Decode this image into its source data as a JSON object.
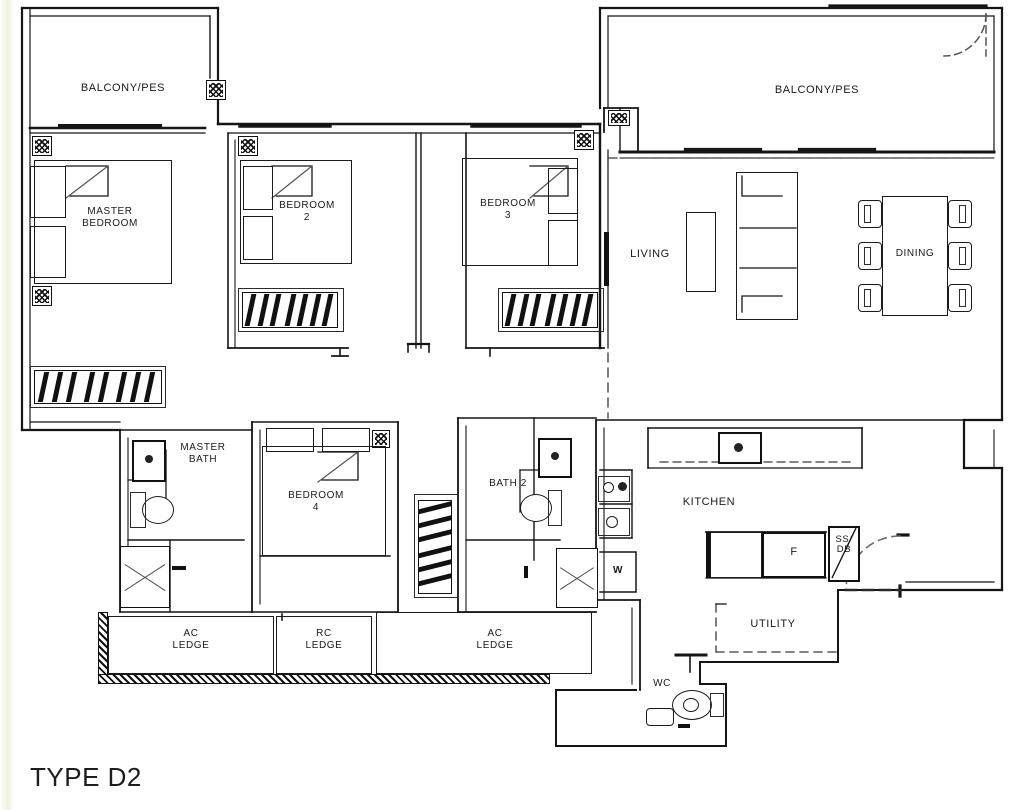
{
  "document": {
    "title": "TYPE D2",
    "kind": "residential-floor-plan",
    "units": "apartment unit layout"
  },
  "rooms": [
    {
      "id": "balcony_left",
      "label": "BALCONY/PES"
    },
    {
      "id": "balcony_right",
      "label": "BALCONY/PES"
    },
    {
      "id": "master_bedroom",
      "label": "MASTER\nBEDROOM"
    },
    {
      "id": "bedroom_2",
      "label": "BEDROOM\n2"
    },
    {
      "id": "bedroom_3",
      "label": "BEDROOM\n3"
    },
    {
      "id": "bedroom_4",
      "label": "BEDROOM\n4"
    },
    {
      "id": "living",
      "label": "LIVING"
    },
    {
      "id": "dining",
      "label": "DINING"
    },
    {
      "id": "kitchen",
      "label": "KITCHEN"
    },
    {
      "id": "utility",
      "label": "UTILITY"
    },
    {
      "id": "master_bath",
      "label": "MASTER\nBATH"
    },
    {
      "id": "bath_2",
      "label": "BATH  2"
    },
    {
      "id": "wc",
      "label": "WC"
    }
  ],
  "ledges": [
    {
      "id": "ac_ledge_left",
      "label": "AC\nLEDGE"
    },
    {
      "id": "rc_ledge",
      "label": "RC\nLEDGE"
    },
    {
      "id": "ac_ledge_right",
      "label": "AC\nLEDGE"
    }
  ],
  "appliances": [
    {
      "id": "fridge",
      "label": "F",
      "name": "refrigerator"
    },
    {
      "id": "washer",
      "label": "W",
      "name": "washing-machine"
    },
    {
      "id": "ssdb",
      "label": "SS/\nDB",
      "name": "service-switch-distribution-board"
    }
  ],
  "fixtures": {
    "hob": "cooker-hob",
    "sink": "kitchen-sink",
    "wc_pan": "water-closet",
    "basin": "wash-basin",
    "shower": "shower-tray",
    "bed": "bed",
    "wardrobe": "wardrobe",
    "sofa": "sofa",
    "tv_console": "tv-console",
    "dining_table": "dining-table",
    "dining_chairs": 6
  },
  "colors": {
    "ink": "#1b1b1b",
    "wall": "#151515",
    "paper": "#ffffff",
    "tint": "#eef4e0",
    "dash": "#3a3a3a"
  },
  "title_block": {
    "type_label": "TYPE D2"
  }
}
